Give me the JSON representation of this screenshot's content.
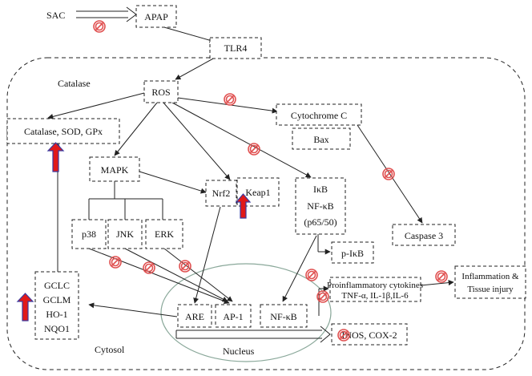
{
  "labels": {
    "sac": "SAC",
    "apap": "APAP",
    "tlr4": "TLR4",
    "catalase_region": "Catalase",
    "ros": "ROS",
    "catalase_sod": "Catalase, SOD, GPx",
    "cytochrome": "Cytochrome C",
    "bax": "Bax",
    "mapk": "MAPK",
    "nrf2": "Nrf2",
    "keap1": "Keap1",
    "ikb": "IκB",
    "nfkb": "NF-κB",
    "p6550": "(p65/50)",
    "p38": "p38",
    "jnk": "JNK",
    "erk": "ERK",
    "caspase3": "Caspase 3",
    "pikb": "p-IκB",
    "gclc": "GCLC",
    "gclm": "GCLM",
    "ho1": "HO-1",
    "nqo1": "NQO1",
    "are": "ARE",
    "ap1": "AP-1",
    "nfkb_nuc": "NF-κB",
    "proinflam1": "Proinflammatory cytokines",
    "proinflam2": "TNF-α, IL-1β,IL-6",
    "inflam1": "Inflammation &",
    "inflam2": "Tissue injury",
    "inos": "INOS, COX-2",
    "cytosol": "Cytosol",
    "nucleus": "Nucleus"
  },
  "colors": {
    "inhibitor": "#e05050",
    "up_arrow_fill": "#e11919",
    "up_arrow_stroke": "#3a3aa0"
  }
}
